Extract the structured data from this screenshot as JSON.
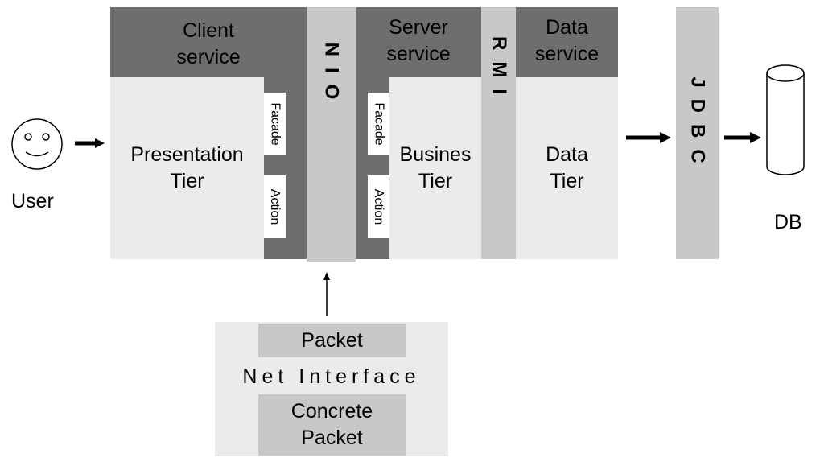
{
  "user": {
    "label": "User"
  },
  "db": {
    "label": "DB"
  },
  "client": {
    "header": "Client\nservice",
    "tier": "Presentation\nTier",
    "facade": "Facade",
    "action": "Action"
  },
  "nio": {
    "label": "NIO"
  },
  "server": {
    "header": "Server\nservice",
    "tier": "Busines\nTier",
    "facade": "Facade",
    "action": "Action"
  },
  "rmi": {
    "label": "RMI"
  },
  "data_service": {
    "header": "Data\nservice",
    "tier": "Data\nTier"
  },
  "jdbc": {
    "label": "JDBC"
  },
  "net": {
    "packet": "Packet",
    "interface": "Net Interface",
    "concrete": "Concrete\nPacket"
  }
}
